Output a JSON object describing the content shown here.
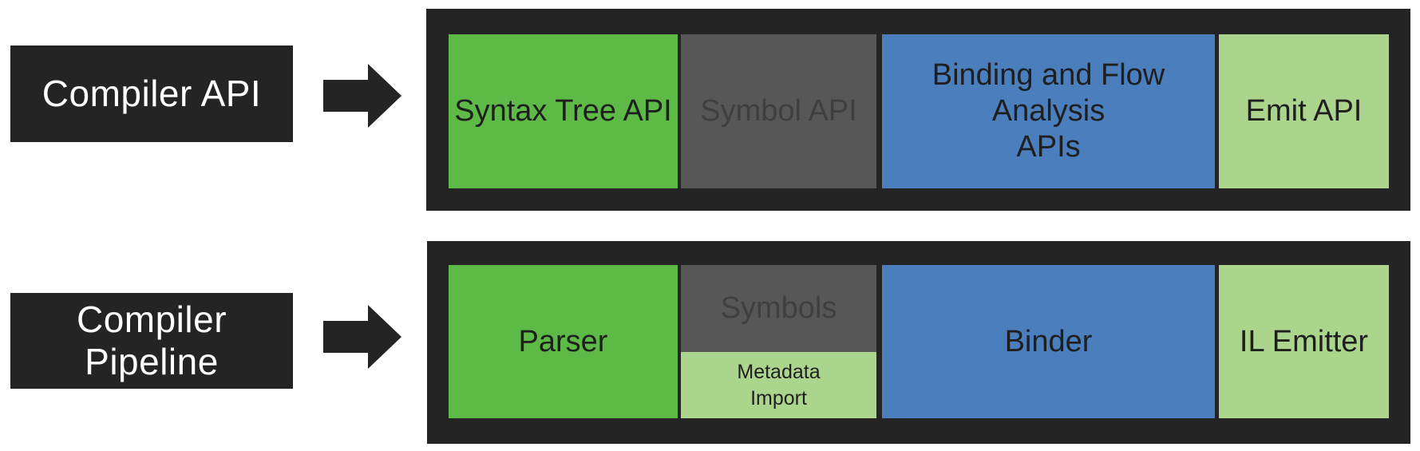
{
  "colors": {
    "dark": "#242424",
    "green": "#5EBA46",
    "gray": "#575757",
    "blue": "#4A7EBD",
    "light-green": "#ABD48D",
    "box-text": "#1F1F1F",
    "muted-text": "#3F3F3F",
    "label-text": "#FFFFFF",
    "background": "#FFFFFF"
  },
  "rows": [
    {
      "label": "Compiler API",
      "label_lines": [
        "Compiler API"
      ],
      "arrow": "right-arrow",
      "segments": [
        {
          "label": "Syntax Tree API",
          "lines": [
            "Syntax Tree API"
          ],
          "color": "green"
        },
        {
          "label": "Symbol API",
          "lines": [
            "Symbol API"
          ],
          "color": "gray"
        },
        {
          "label": "Binding and Flow Analysis APIs",
          "lines": [
            "Binding and Flow Analysis",
            "APIs"
          ],
          "color": "blue"
        },
        {
          "label": "Emit API",
          "lines": [
            "Emit API"
          ],
          "color": "light-green"
        }
      ]
    },
    {
      "label": "Compiler Pipeline",
      "label_lines": [
        "Compiler",
        "Pipeline"
      ],
      "arrow": "right-arrow",
      "segments": [
        {
          "label": "Parser",
          "lines": [
            "Parser"
          ],
          "color": "green"
        },
        {
          "label": "Symbols",
          "lines": [
            "Symbols"
          ],
          "color": "gray"
        },
        {
          "label": "Metadata Import",
          "lines": [
            "Metadata",
            "Import"
          ],
          "color": "light-green"
        },
        {
          "label": "Binder",
          "lines": [
            "Binder"
          ],
          "color": "blue"
        },
        {
          "label": "IL Emitter",
          "lines": [
            "IL Emitter"
          ],
          "color": "light-green"
        }
      ]
    }
  ]
}
